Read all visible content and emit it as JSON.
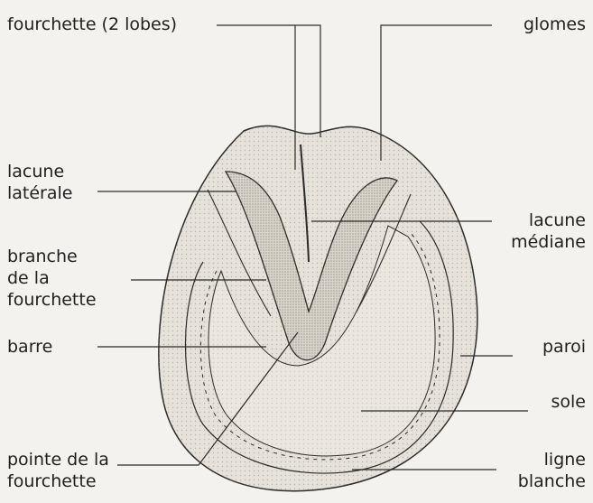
{
  "labels": {
    "fourchette": "fourchette (2 lobes)",
    "glomes": "glomes",
    "lacune_laterale": "lacune\nlatérale",
    "lacune_mediane": "lacune\nmédiane",
    "branche": "branche\nde la\nfourchette",
    "paroi": "paroi",
    "barre": "barre",
    "sole": "sole",
    "pointe": "pointe de la\nfourchette",
    "ligne_blanche": "ligne\nblanche"
  },
  "colors": {
    "background": "#f4f2ee",
    "line": "#2b2b2b",
    "hoof_fill": "#e6e2da",
    "sole_fill": "#ebe7df",
    "frog_fill": "#d9d4ca",
    "shade": "#9a958c"
  }
}
